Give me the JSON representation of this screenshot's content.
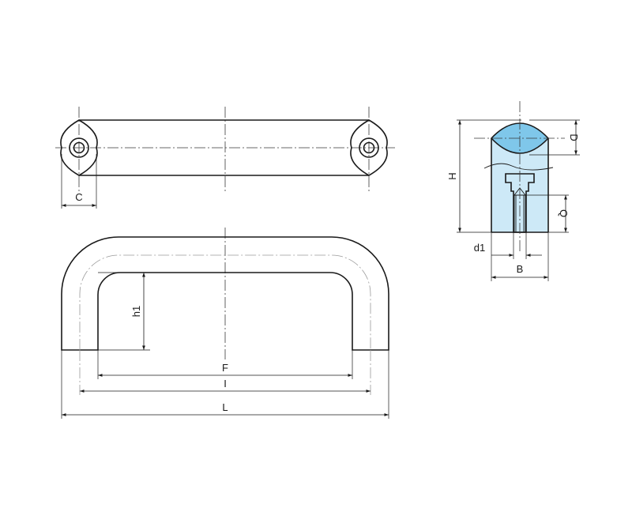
{
  "labels": {
    "C": "C",
    "h1": "h1",
    "F": "F",
    "I": "I",
    "L": "L",
    "H": "H",
    "D": "D",
    "Q": "Q",
    "d1": "d1",
    "B": "B"
  },
  "colors": {
    "line": "#1a1a1a",
    "section_fill": "#cde9f7",
    "end_cap_fill": "#7fc7ea"
  }
}
